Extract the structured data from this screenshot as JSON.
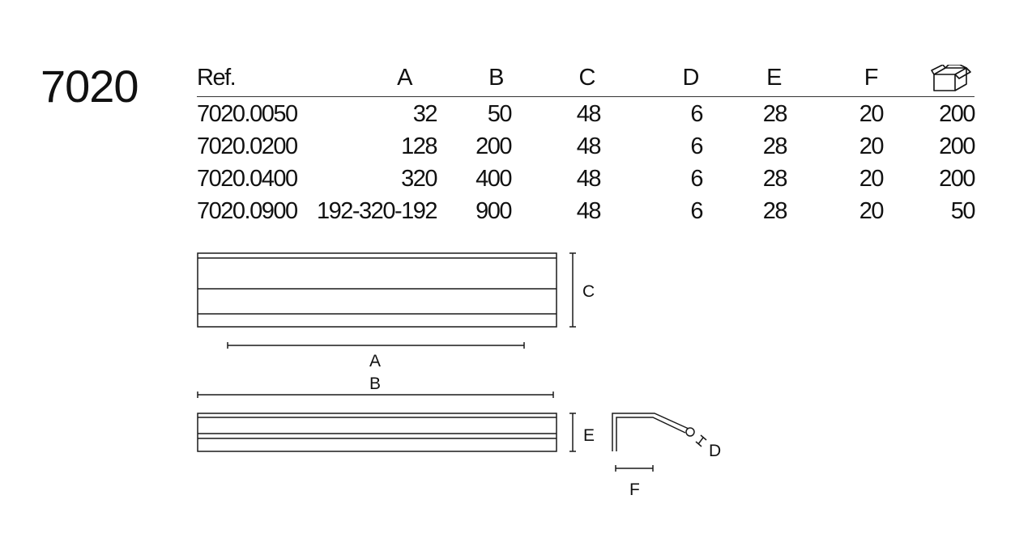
{
  "model": "7020",
  "table": {
    "headers": {
      "ref": "Ref.",
      "a": "A",
      "b": "B",
      "c": "C",
      "d": "D",
      "e": "E",
      "f": "F"
    },
    "packaging_icon": "box-icon",
    "rows": [
      {
        "ref": "7020.0050",
        "a": "32",
        "b": "50",
        "c": "48",
        "d": "6",
        "e": "28",
        "f": "20",
        "pack": "200"
      },
      {
        "ref": "7020.0200",
        "a": "128",
        "b": "200",
        "c": "48",
        "d": "6",
        "e": "28",
        "f": "20",
        "pack": "200"
      },
      {
        "ref": "7020.0400",
        "a": "320",
        "b": "400",
        "c": "48",
        "d": "6",
        "e": "28",
        "f": "20",
        "pack": "200"
      },
      {
        "ref": "7020.0900",
        "a": "192-320-192",
        "b": "900",
        "c": "48",
        "d": "6",
        "e": "28",
        "f": "20",
        "pack": "50"
      }
    ]
  },
  "drawing_labels": {
    "c": "C",
    "a": "A",
    "b": "B",
    "e": "E",
    "d": "D",
    "f": "F"
  }
}
